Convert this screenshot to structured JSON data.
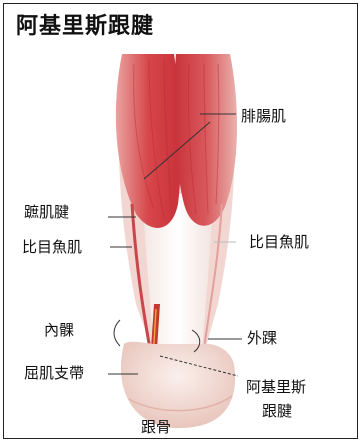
{
  "title": "阿基里斯跟腱",
  "labels": {
    "gastrocnemius": "腓腸肌",
    "plantaris_tendon": "蹠肌腱",
    "soleus_left": "比目魚肌",
    "soleus_right": "比目魚肌",
    "medial_malleolus": "內髁",
    "lateral_malleolus": "外踝",
    "flexor_retinaculum": "屈肌支帶",
    "achilles_line1": "阿基里斯",
    "achilles_line2": "跟腱",
    "calcaneus": "跟骨"
  }
}
